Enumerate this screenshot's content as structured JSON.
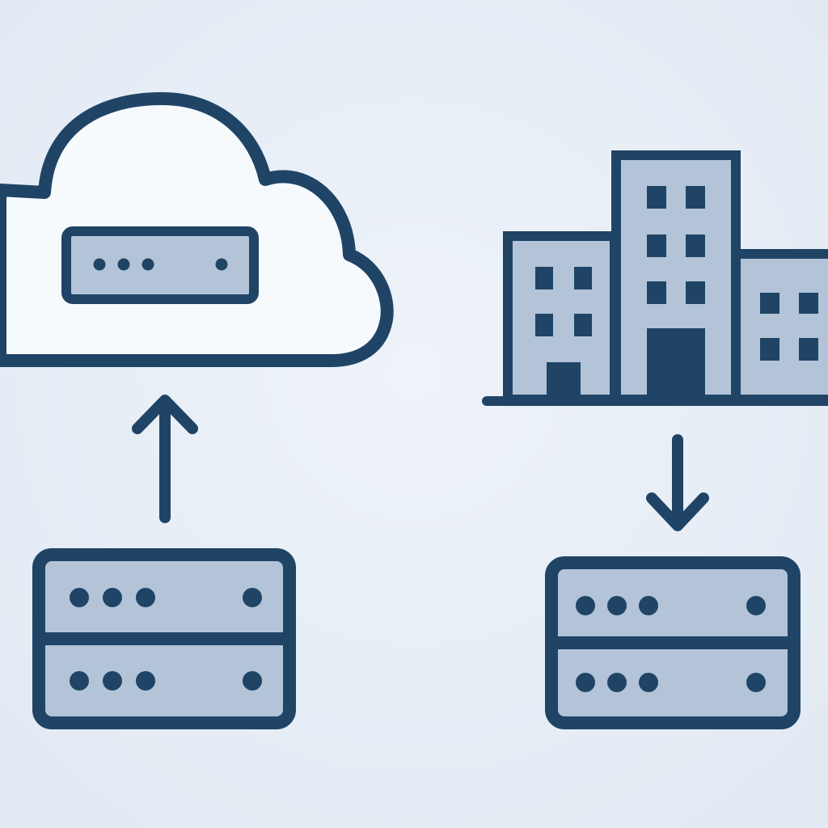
{
  "diagram": {
    "nodes": [
      {
        "id": "cloud",
        "icon": "cloud-server-icon"
      },
      {
        "id": "on-prem-server",
        "icon": "server-rack-icon"
      },
      {
        "id": "office-building",
        "icon": "office-buildings-icon"
      },
      {
        "id": "branch-server",
        "icon": "server-rack-icon"
      }
    ],
    "edges": [
      {
        "from": "on-prem-server",
        "to": "cloud",
        "direction": "up"
      },
      {
        "from": "office-building",
        "to": "branch-server",
        "direction": "down"
      }
    ]
  },
  "colors": {
    "background": "#e6edf6",
    "stroke": "#1f4466",
    "fill_light": "#f7fafd",
    "fill_panel": "#b3c4d8",
    "window": "#1f4466"
  }
}
